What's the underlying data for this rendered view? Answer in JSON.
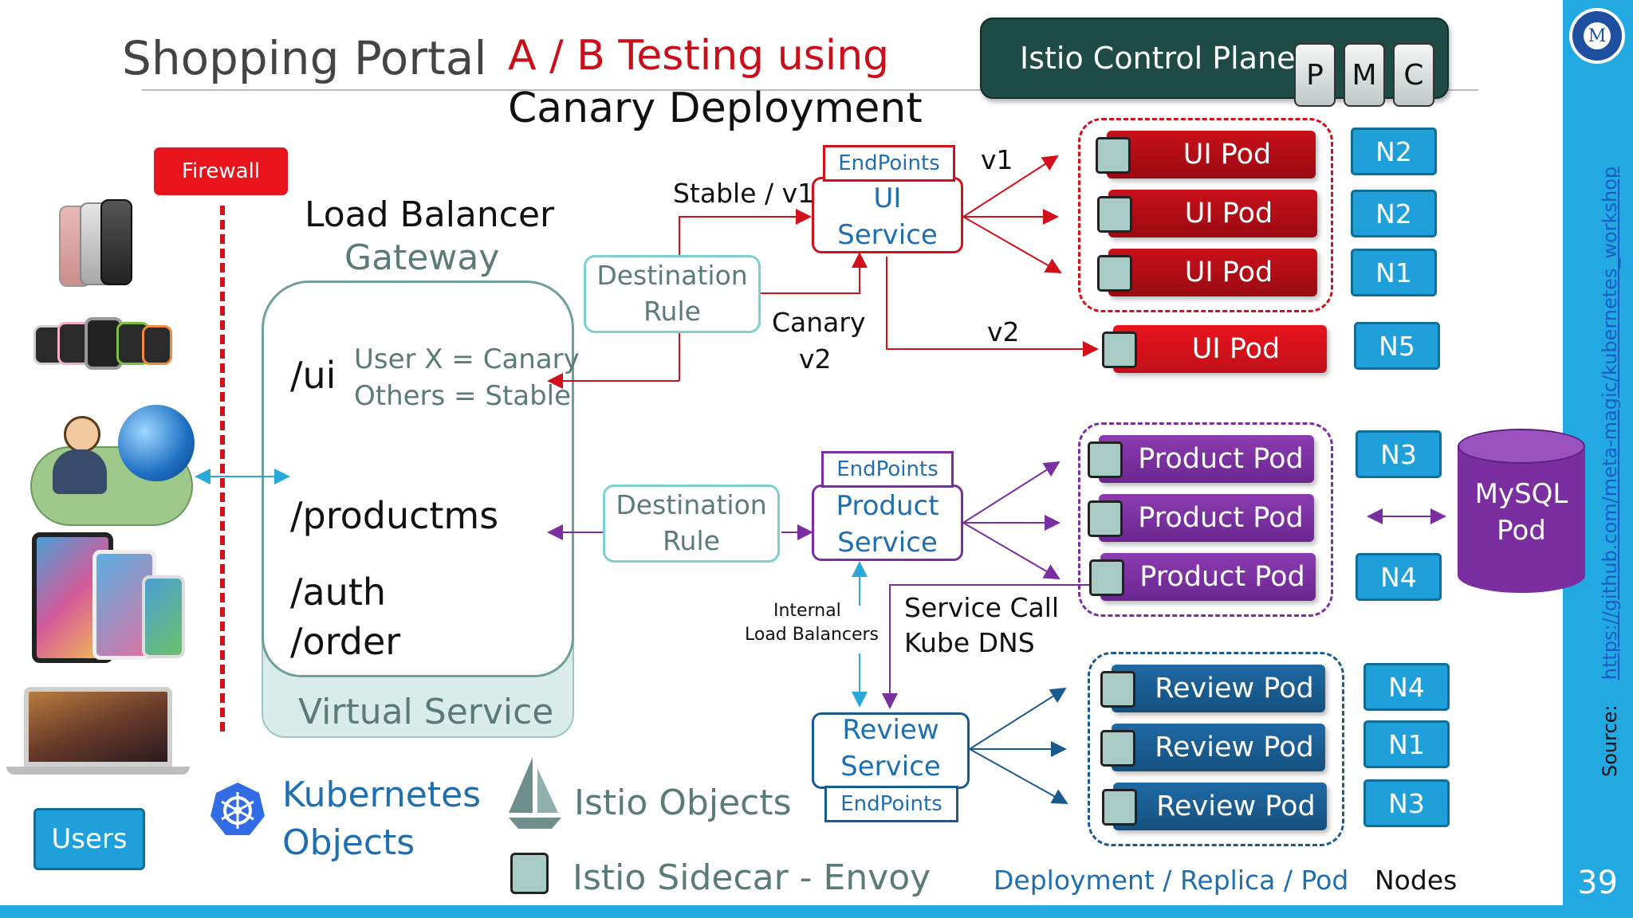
{
  "header": {
    "title": "Shopping Portal",
    "subtitle_line1": "A / B Testing using",
    "subtitle_line2": "Canary Deployment",
    "control_plane": "Istio Control Plane",
    "control_plane_keys": [
      "P",
      "M",
      "C"
    ]
  },
  "firewall": "Firewall",
  "gateway": {
    "line1": "Load Balancer",
    "line2": "Gateway"
  },
  "virtual_service": {
    "title": "Virtual Service",
    "routes": [
      "/ui",
      "/productms",
      "/auth",
      "/order"
    ],
    "rule_canary": "User X = Canary",
    "rule_stable": "Others = Stable"
  },
  "destination_rule_ui": {
    "line1": "Destination",
    "line2": "Rule"
  },
  "destination_rule_product": {
    "line1": "Destination",
    "line2": "Rule"
  },
  "ui_service": {
    "endpoints": "EndPoints",
    "line1": "UI",
    "line2": "Service"
  },
  "product_service": {
    "endpoints": "EndPoints",
    "line1": "Product",
    "line2": "Service"
  },
  "review_service": {
    "endpoints": "EndPoints",
    "line1": "Review",
    "line2": "Service"
  },
  "labels": {
    "stable_v1": "Stable / v1",
    "canary": "Canary",
    "canary_v2": "v2",
    "v1": "v1",
    "v2": "v2",
    "internal_lb_1": "Internal",
    "internal_lb_2": "Load Balancers",
    "service_call": "Service Call",
    "kube_dns": "Kube DNS"
  },
  "ui_pods": [
    {
      "label": "UI Pod",
      "node": "N2"
    },
    {
      "label": "UI Pod",
      "node": "N2"
    },
    {
      "label": "UI Pod",
      "node": "N1"
    }
  ],
  "ui_canary_pod": {
    "label": "UI Pod",
    "node": "N5"
  },
  "product_pods": [
    {
      "label": "Product Pod",
      "node": "N3"
    },
    {
      "label": "Product Pod",
      "node": ""
    },
    {
      "label": "Product Pod",
      "node": "N4"
    }
  ],
  "review_pods": [
    {
      "label": "Review Pod",
      "node": "N4"
    },
    {
      "label": "Review Pod",
      "node": "N1"
    },
    {
      "label": "Review Pod",
      "node": "N3"
    }
  ],
  "mysql": {
    "line1": "MySQL",
    "line2": "Pod"
  },
  "users": "Users",
  "legend": {
    "k8s_line1": "Kubernetes",
    "k8s_line2": "Objects",
    "istio_objects": "Istio Objects",
    "istio_sidecar": "Istio Sidecar - Envoy",
    "deployment": "Deployment / Replica / Pod",
    "nodes": "Nodes"
  },
  "source_label": "Source:",
  "source_link": "https://github.com/meta-magic/kubernetes_workshop",
  "slide_number": "39",
  "colors": {
    "ui_red": "#c8101a",
    "product_purple": "#7a2ea0",
    "review_blue": "#1a5a8e",
    "node_blue": "#1fa0db",
    "istio_teal": "#7ed0cf",
    "control_plane_bg": "#1f4b47",
    "accent_bar": "#23a9e1"
  },
  "icons": [
    "firewall-line-icon",
    "phone-devices-icon",
    "watch-devices-icon",
    "user-globe-icon",
    "tablet-devices-icon",
    "laptop-icon",
    "kubernetes-wheel-icon",
    "istio-sail-icon",
    "envoy-sidecar-icon",
    "database-icon",
    "logo-icon"
  ]
}
